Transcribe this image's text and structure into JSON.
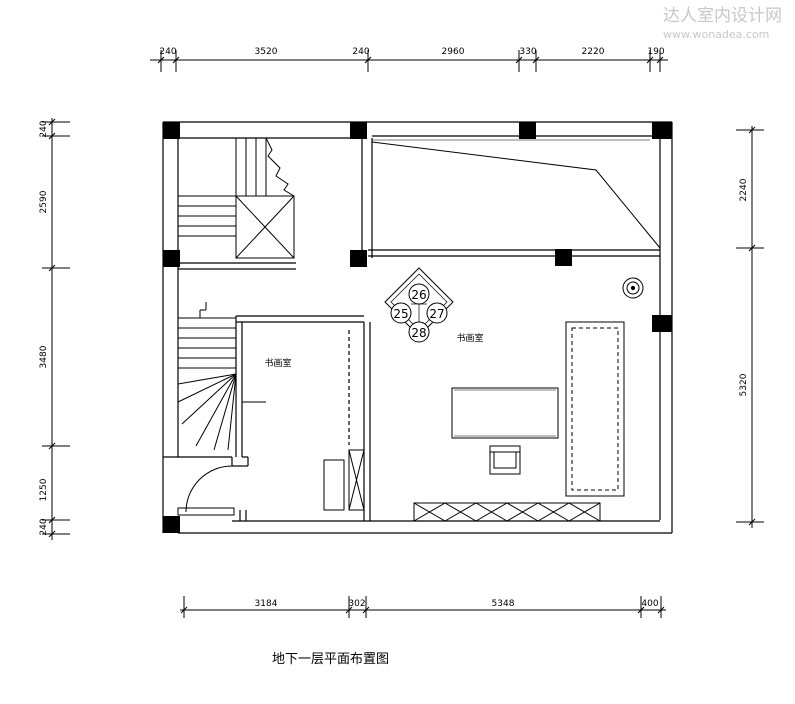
{
  "watermark": {
    "title": "达人室内设计网",
    "url": "www.wonadea.com"
  },
  "dimensions": {
    "top": [
      "240",
      "3520",
      "240",
      "2960",
      "330",
      "2220",
      "190"
    ],
    "left": [
      "240",
      "2590",
      "3480",
      "1250",
      "240"
    ],
    "right": [
      "2240",
      "5320"
    ],
    "bottom": [
      "3184",
      "302",
      "5348",
      "400"
    ]
  },
  "rooms": {
    "small_room_label": "书画室",
    "main_room_label": "书画室"
  },
  "table_seats": [
    "26",
    "25",
    "27",
    "28"
  ],
  "caption": "地下一层平面布置图"
}
